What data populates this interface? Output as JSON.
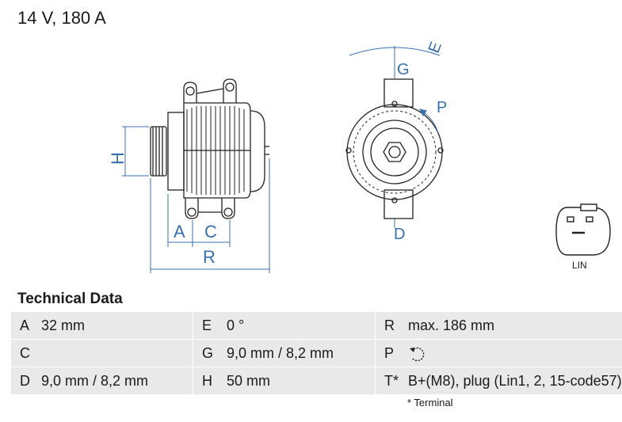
{
  "header": {
    "title": "14 V, 180 A"
  },
  "drawing_labels": {
    "A": "A",
    "C": "C",
    "R": "R",
    "H": "H",
    "E": "E",
    "G": "G",
    "P": "P",
    "D": "D",
    "connector": "LIN"
  },
  "technical_data": {
    "title": "Technical Data",
    "rows": [
      [
        {
          "key": "A",
          "value": "32 mm"
        },
        {
          "key": "E",
          "value": "0 °"
        },
        {
          "key": "R",
          "value": "max. 186 mm"
        }
      ],
      [
        {
          "key": "C",
          "value": ""
        },
        {
          "key": "G",
          "value": "9,0 mm / 8,2 mm"
        },
        {
          "key": "P",
          "value": ""
        }
      ],
      [
        {
          "key": "D",
          "value": "9,0 mm / 8,2 mm"
        },
        {
          "key": "H",
          "value": "50 mm"
        },
        {
          "key": "T*",
          "value": "B+(M8), plug (Lin1, 2, 15-code57)"
        }
      ]
    ],
    "footnote": "* Terminal"
  },
  "icons": {
    "rotation": "clockwise-rotation-icon"
  },
  "colors": {
    "dimension_lines": "#3a6fb0",
    "drawing": "#222222",
    "row_shade": "#e9e9e9"
  }
}
